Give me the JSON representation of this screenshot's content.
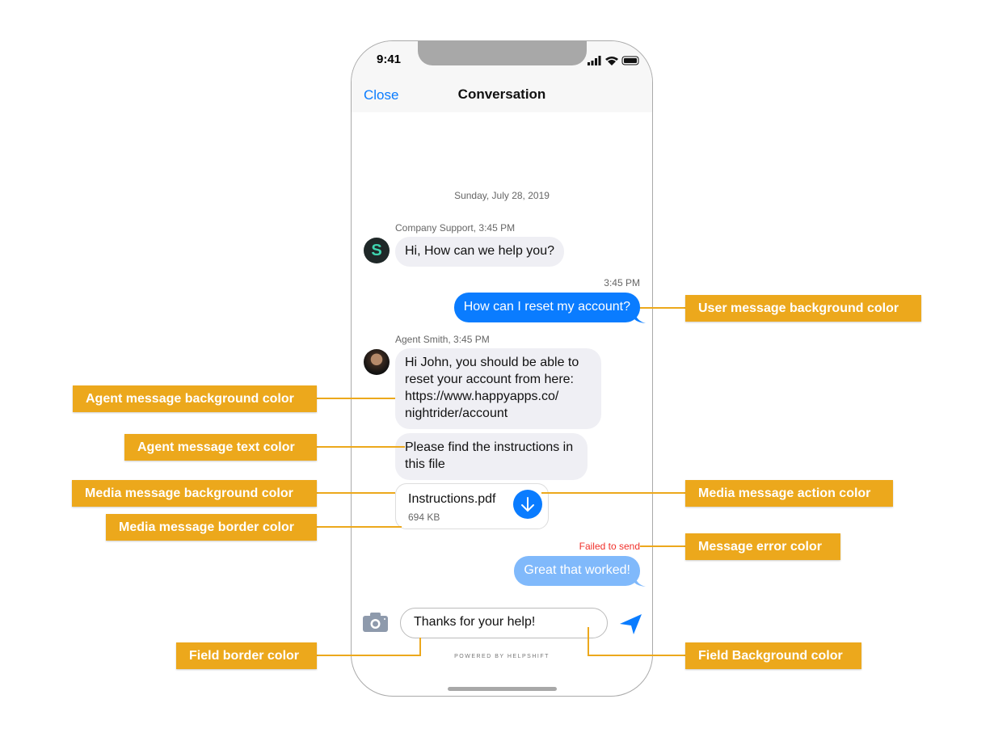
{
  "status": {
    "time": "9:41"
  },
  "nav": {
    "close": "Close",
    "title": "Conversation"
  },
  "chat": {
    "date": "Sunday, July 28, 2019",
    "m1_meta": "Company Support, 3:45 PM",
    "m1_avatar": "S",
    "m1_text": "Hi, How can we help you?",
    "m2_meta": "3:45 PM",
    "m2_text": "How can I reset my account?",
    "m3_meta": "Agent Smith, 3:45 PM",
    "m3_lines": [
      "Hi John, you should be able to",
      "reset your account from here:",
      "https://www.happyapps.co/",
      "nightrider/account"
    ],
    "m4_lines": [
      "Please find the instructions in",
      "this file"
    ],
    "file_name": "Instructions.pdf",
    "file_size": "694 KB",
    "error": "Failed to send",
    "m5_text": "Great that worked!"
  },
  "composer": {
    "value": "Thanks for your help!",
    "powered": "POWERED BY HELPSHIFT"
  },
  "callouts": {
    "user_bg": "User message background color",
    "agent_bg": "Agent message background color",
    "agent_text": "Agent message text color",
    "media_bg": "Media message background color",
    "media_border": "Media message border color",
    "media_action": "Media message action color",
    "error": "Message error color",
    "field_border": "Field border color",
    "field_bg": "Field Background color"
  },
  "colors": {
    "accent": "#0a7cff",
    "agent_bubble": "#efeff4",
    "error": "#f0302a",
    "callout": "#eca81c"
  }
}
